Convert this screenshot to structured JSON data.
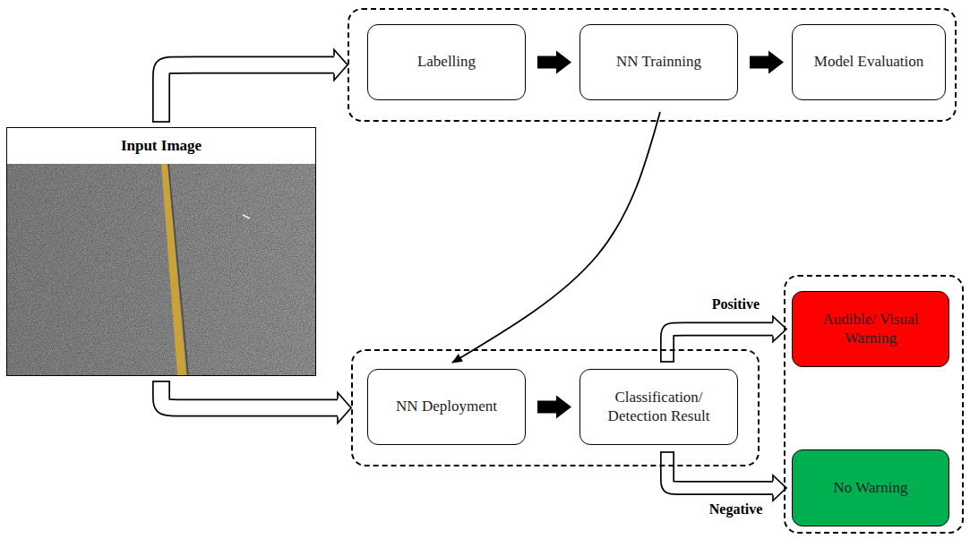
{
  "diagram": {
    "nodes": [
      {
        "text": []
      },
      {
        "text": [
          "Labelling"
        ],
        "in": 0
      },
      {
        "text": [
          "NN Trainning"
        ],
        "in": 0
      },
      {
        "text": [
          "Model Evaluation"
        ],
        "in": 0
      },
      {
        "text": [
          "Input Image"
        ]
      },
      {
        "text": []
      },
      {
        "text": [
          "NN Deployment"
        ],
        "in": 5
      },
      {
        "text": [
          "Classification/ Detection Result"
        ],
        "in": 5
      },
      {
        "text": []
      },
      {
        "text": [
          "Audible/ Visual Warning"
        ],
        "in": 8
      },
      {
        "text": [
          "No Warning"
        ],
        "in": 8
      }
    ],
    "edges": [
      {
        "from": 4,
        "to": 0,
        "arrow": "to"
      },
      {
        "from": 1,
        "to": 2,
        "arrow": "to"
      },
      {
        "from": 2,
        "to": 3,
        "arrow": "to"
      },
      {
        "from": 2,
        "to": 6,
        "arrow": "to"
      },
      {
        "from": 4,
        "to": 5,
        "arrow": "to"
      },
      {
        "from": 6,
        "to": 7,
        "arrow": "to"
      },
      {
        "from": 7,
        "to": 9,
        "label": "Positive",
        "arrow": "to"
      },
      {
        "from": 7,
        "to": 10,
        "label": "Negative",
        "arrow": "to"
      }
    ]
  }
}
